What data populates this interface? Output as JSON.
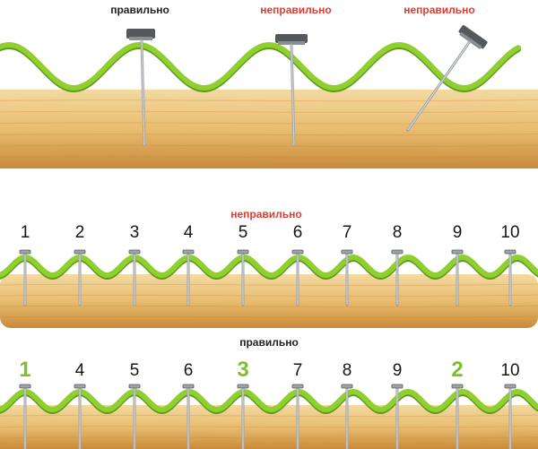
{
  "colors": {
    "sheet": "#8fcf2f",
    "sheet_dark": "#5f9a1c",
    "wood_light": "#f3d9a1",
    "wood": "#e9bd6f",
    "wood_dark": "#c98a3a",
    "nail": "#9ea3aa",
    "nail_head": "#55595e",
    "label_wrong": "#e23b2e",
    "label_right": "#222222",
    "highlight_number": "#7fbf2a"
  },
  "top": {
    "labels": [
      "правильно",
      "неправильно",
      "неправильно"
    ]
  },
  "middle": {
    "label": "неправильно",
    "numbers": [
      "1",
      "2",
      "3",
      "4",
      "5",
      "6",
      "7",
      "8",
      "9",
      "10"
    ]
  },
  "bottom": {
    "label": "правильно",
    "numbers": [
      {
        "text": "1",
        "highlight": true
      },
      {
        "text": "4",
        "highlight": false
      },
      {
        "text": "5",
        "highlight": false
      },
      {
        "text": "6",
        "highlight": false
      },
      {
        "text": "3",
        "highlight": true
      },
      {
        "text": "7",
        "highlight": false
      },
      {
        "text": "8",
        "highlight": false
      },
      {
        "text": "9",
        "highlight": false
      },
      {
        "text": "2",
        "highlight": true
      },
      {
        "text": "10",
        "highlight": false
      }
    ]
  }
}
